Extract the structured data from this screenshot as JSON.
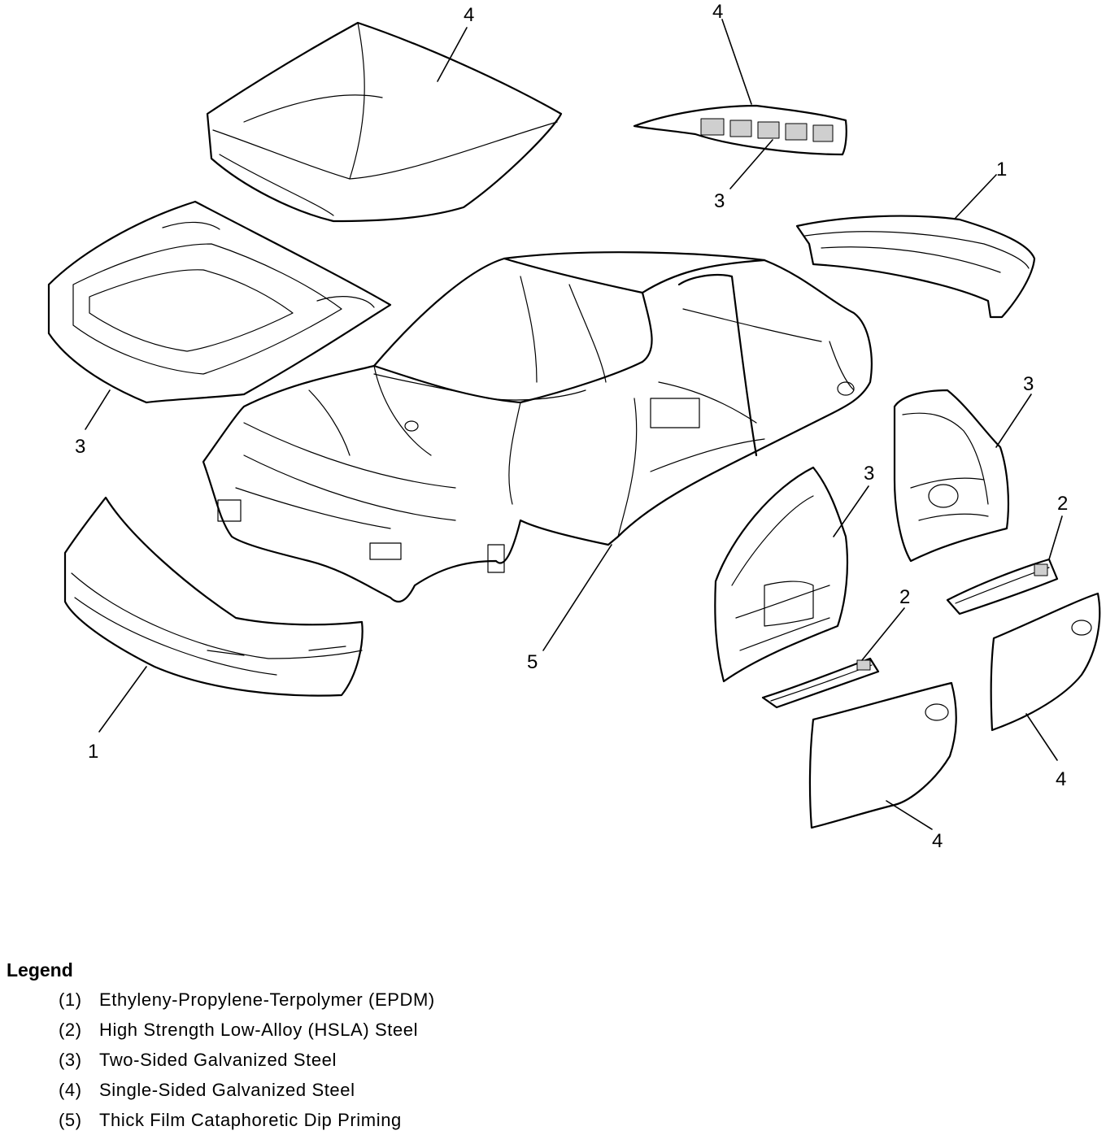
{
  "callouts": {
    "hood_outer": "4",
    "hood_inner": "3",
    "front_fascia": "1",
    "deck_lid": "4",
    "deck_lid_inner": "3",
    "rear_fascia": "1",
    "body_structure": "5",
    "rear_door_inner": "3",
    "front_door_inner": "3",
    "rear_door_beam": "2",
    "front_door_beam": "2",
    "rear_door_outer": "4",
    "front_door_outer": "4"
  },
  "legend": {
    "title": "Legend",
    "items": [
      {
        "num": "(1)",
        "text": "Ethyleny-Propylene-Terpolymer (EPDM)"
      },
      {
        "num": "(2)",
        "text": "High Strength Low-Alloy (HSLA) Steel"
      },
      {
        "num": "(3)",
        "text": "Two-Sided Galvanized Steel"
      },
      {
        "num": "(4)",
        "text": "Single-Sided Galvanized Steel"
      },
      {
        "num": "(5)",
        "text": "Thick Film Cataphoretic Dip Priming"
      }
    ]
  }
}
